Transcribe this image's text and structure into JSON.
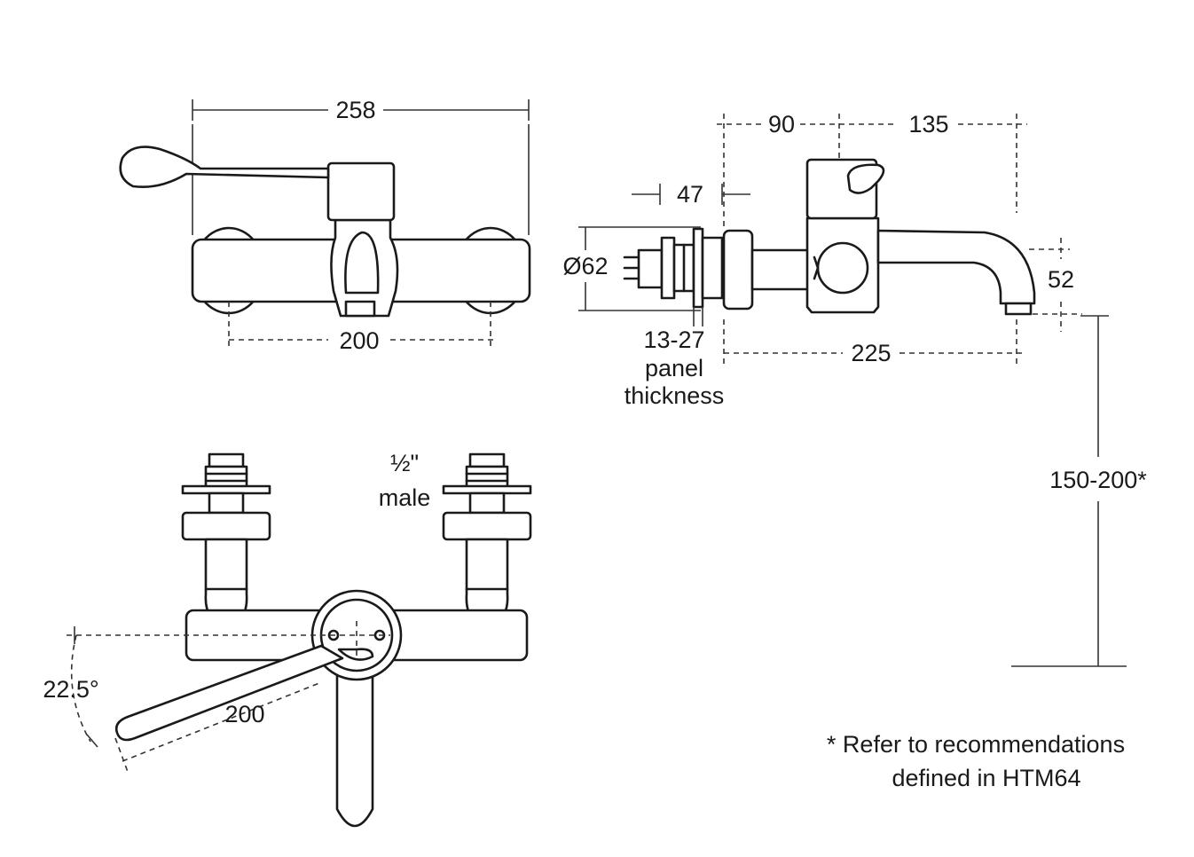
{
  "colors": {
    "line": "#1a1a1a",
    "background": "#ffffff"
  },
  "front_view": {
    "overall_width": "258",
    "centres": "200"
  },
  "side_view": {
    "backplate_depth": "90",
    "spout_reach": "135",
    "thread_length": "47",
    "flange_diameter": "Ø62",
    "panel_range": "13-27",
    "panel_word": "panel",
    "thickness_word": "thickness",
    "overall_depth": "225",
    "spout_height": "52"
  },
  "mounting": {
    "height_range": "150-200*"
  },
  "top_view": {
    "thread_size": "½\"",
    "thread_type": "male",
    "lever_angle": "22.5°",
    "lever_length": "200"
  },
  "footnote": {
    "line1": "* Refer to recommendations",
    "line2": "defined in HTM64"
  }
}
